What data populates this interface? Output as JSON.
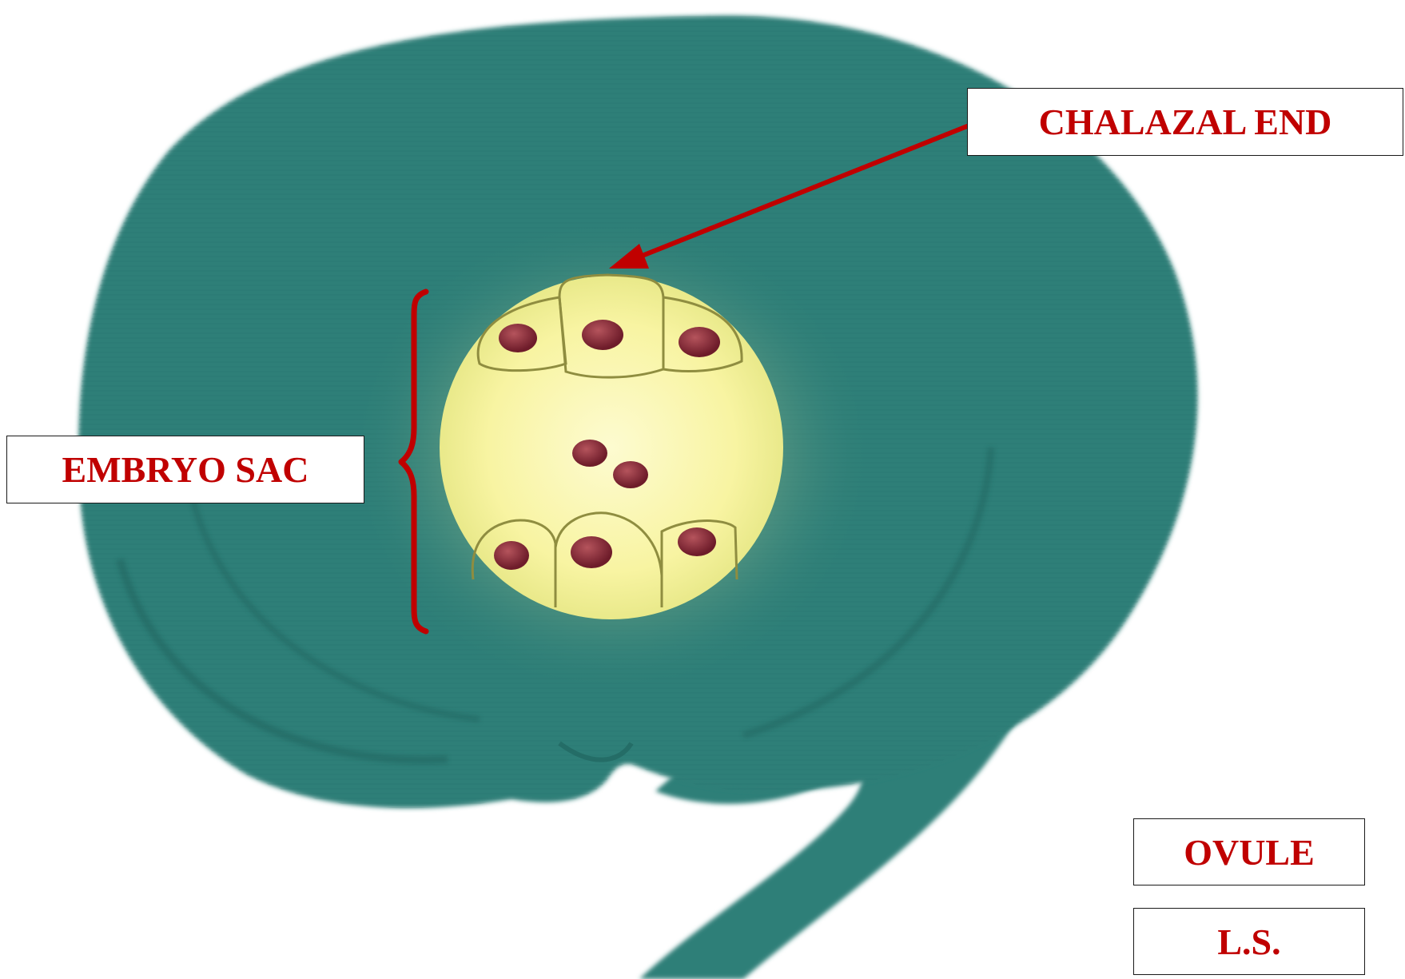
{
  "labels": {
    "chalazal_end": "CHALAZAL END",
    "embryo_sac": "EMBRYO SAC",
    "ovule": "OVULE",
    "ls": "L.S."
  },
  "colors": {
    "label_text": "#c00000",
    "pointer": "#c00000",
    "integument": "#2e7f78",
    "embryo_sac": "#f8f4a2",
    "nucleus": "#7a2230",
    "cell_outline": "#8f8d40"
  },
  "icons": [
    "pointer-arrow-icon",
    "curly-brace-icon"
  ]
}
